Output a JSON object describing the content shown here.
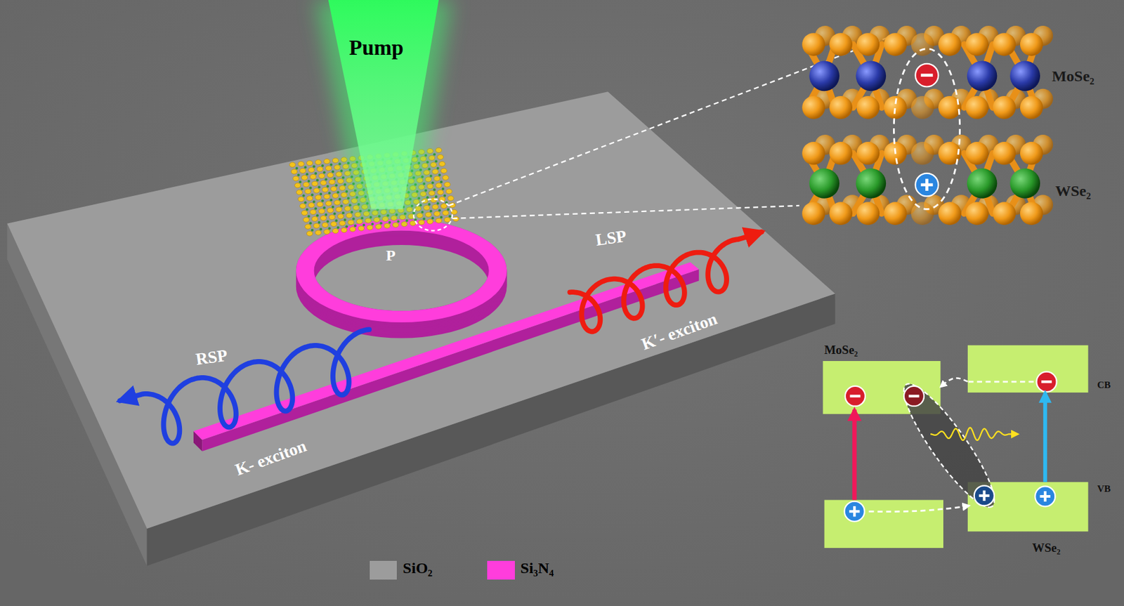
{
  "diagram": {
    "nodes": [
      {
        "text": [
          "MoSe₂"
        ]
      },
      {
        "text": [
          "CB"
        ]
      },
      {
        "text": [
          "VB",
          "WSe₂"
        ]
      }
    ],
    "edges": [
      {
        "from": 1,
        "to": 0,
        "arrow": "to"
      },
      {
        "from": 2,
        "to": 1,
        "arrow": "to"
      }
    ],
    "labels": [
      "Pump",
      "P",
      "LSP",
      "K′- exciton",
      "RSP",
      "K- exciton",
      "MoSe₂",
      "WSe₂"
    ],
    "legend": [
      {
        "text": "SiO₂",
        "color": "#9c9c9c"
      },
      {
        "text": "Si₃N₄",
        "color": "#ff3ddc"
      }
    ]
  }
}
